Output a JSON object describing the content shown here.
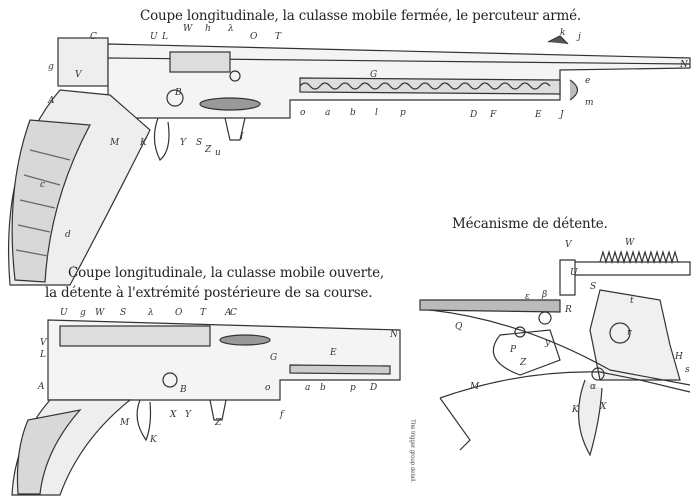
{
  "captions": {
    "top": "Coupe longitudinale, la culasse mobile fermée, le percuteur armé.",
    "bottom_line1": "Coupe longitudinale, la culasse mobile ouverte,",
    "bottom_line2": "la détente à l'extrémité postérieure de sa course.",
    "trigger": "Mécanisme de détente.",
    "side_note": "The trigger group detail."
  },
  "labels_top": [
    "C",
    "U",
    "L",
    "W",
    "h",
    "λ",
    "O",
    "T",
    "k",
    "j",
    "N",
    "g",
    "V",
    "G",
    "e",
    "A",
    "B",
    "o",
    "a",
    "b",
    "l",
    "p",
    "D",
    "F",
    "E",
    "J",
    "m",
    "M",
    "K",
    "Y",
    "S",
    "Z",
    "u",
    "I",
    "c",
    "d"
  ],
  "labels_bottom": [
    "U",
    "g",
    "W",
    "S",
    "λ",
    "O",
    "T",
    "A",
    "C",
    "N",
    "V",
    "L",
    "G",
    "E",
    "o",
    "B",
    "a",
    "b",
    "p",
    "D",
    "A",
    "M",
    "K",
    "X",
    "Y",
    "Z",
    "f"
  ],
  "labels_trigger": [
    "V",
    "W",
    "U",
    "ε",
    "β",
    "S",
    "t",
    "R",
    "Q",
    "r",
    "P",
    "y",
    "H",
    "s",
    "Z",
    "M",
    "α",
    "K",
    "X"
  ]
}
